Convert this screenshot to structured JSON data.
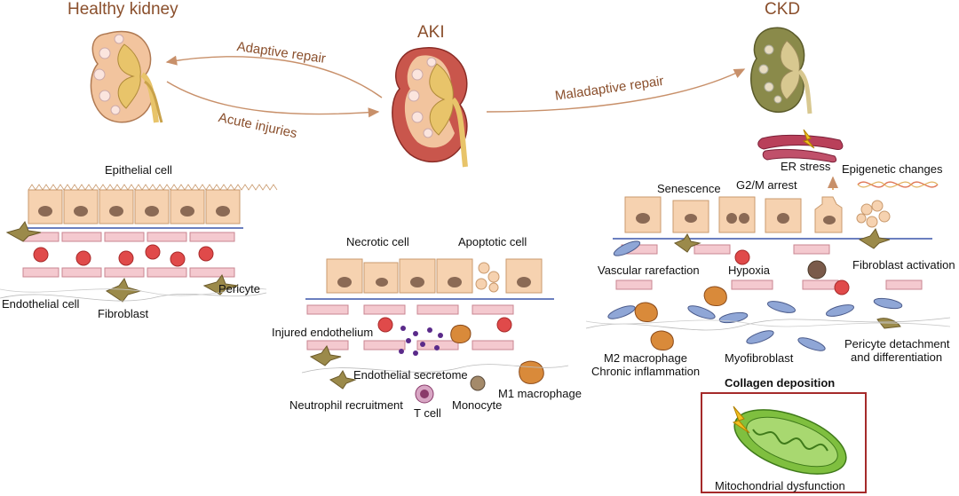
{
  "titles": {
    "healthy": "Healthy kidney",
    "aki": "AKI",
    "ckd": "CKD"
  },
  "transitions": {
    "adaptive": "Adaptive repair",
    "acute": "Acute injuries",
    "maladaptive": "Maladaptive repair"
  },
  "healthy_panel": {
    "epithelial": "Epithelial cell",
    "endothelial": "Endothelial cell",
    "pericyte": "Pericyte",
    "fibroblast": "Fibroblast"
  },
  "aki_panel": {
    "necrotic": "Necrotic cell",
    "apoptotic": "Apoptotic cell",
    "injured_endo": "Injured endothelium",
    "endo_secretome": "Endothelial secretome",
    "m1": "M1 macrophage",
    "neutrophil": "Neutrophil recruitment",
    "tcell": "T cell",
    "monocyte": "Monocyte"
  },
  "ckd_panel": {
    "er_stress": "ER stress",
    "epigenetic": "Epigenetic changes",
    "senescence": "Senescence",
    "g2m": "G2/M arrest",
    "vascular": "Vascular rarefaction",
    "hypoxia": "Hypoxia",
    "fib_activation": "Fibroblast activation",
    "m2_line1": "M2 macrophage",
    "m2_line2": "Chronic inflammation",
    "myofibroblast": "Myofibroblast",
    "pericyte_line1": "Pericyte detachment",
    "pericyte_line2": "and differentiation",
    "collagen": "Collagen deposition",
    "mito": "Mitochondrial dysfunction"
  },
  "colors": {
    "label_brown": "#8a4f2c",
    "epithelial_fill": "#f6d2b0",
    "epithelial_stroke": "#c99a6e",
    "nucleus": "#8b6a55",
    "vessel_fill": "#f4c9cf",
    "vessel_stroke": "#c98590",
    "rbc": "#e04a4a",
    "fibroblast": "#9b8a4a",
    "myofibroblast": "#8fa6d6",
    "macrophage": "#d98a3a",
    "er_stress": "#b9405a",
    "mito_green": "#7fbf3f",
    "box_border": "#a52a2a"
  },
  "icons": [
    "kidney-icon",
    "lightning-icon",
    "dna-icon",
    "mitochondrion-icon"
  ]
}
